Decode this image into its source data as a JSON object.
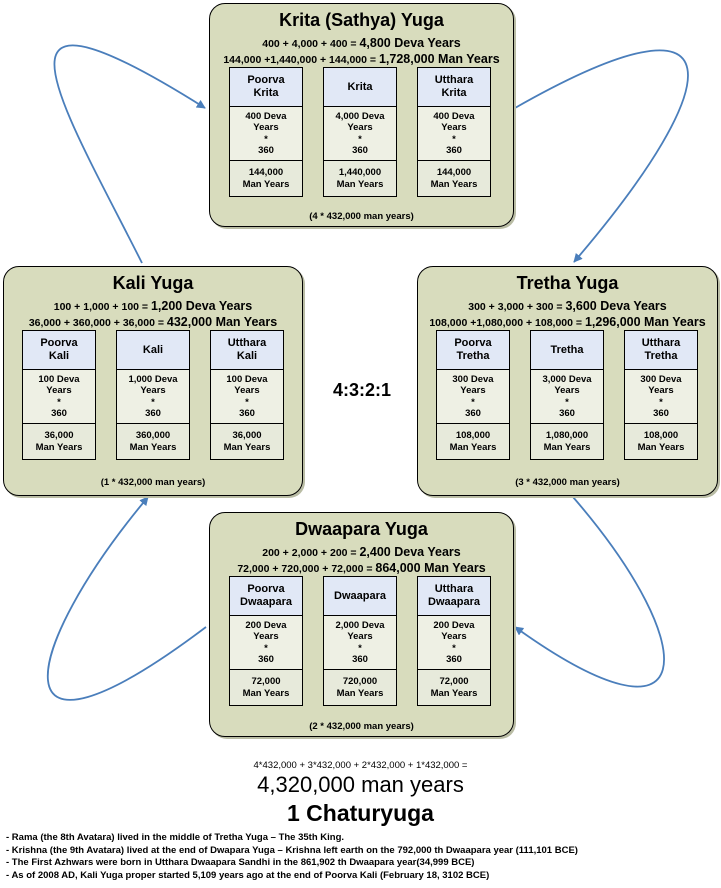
{
  "ratio": "4:3:2:1",
  "yugas": {
    "krita": {
      "title": "Krita (Sathya) Yuga",
      "deva_formula": "400 + 4,000 + 400 = ",
      "deva_total": "4,800 Deva Years",
      "man_formula": "144,000 +1,440,000 + 144,000 = ",
      "man_total": "1,728,000 Man Years",
      "footer": "(4 * 432,000 man years)",
      "columns": [
        {
          "name": "Poorva\nKrita",
          "deva": "400 Deva\nYears",
          "mult": "*",
          "factor": "360",
          "man": "144,000\nMan Years"
        },
        {
          "name": "Krita",
          "deva": "4,000 Deva\nYears",
          "mult": "*",
          "factor": "360",
          "man": "1,440,000\nMan Years"
        },
        {
          "name": "Utthara\nKrita",
          "deva": "400 Deva\nYears",
          "mult": "*",
          "factor": "360",
          "man": "144,000\nMan Years"
        }
      ]
    },
    "kali": {
      "title": "Kali Yuga",
      "deva_formula": "100 + 1,000 + 100 = ",
      "deva_total": "1,200 Deva Years",
      "man_formula": "36,000 + 360,000 + 36,000 = ",
      "man_total": "432,000 Man Years",
      "footer": "(1 * 432,000 man years)",
      "columns": [
        {
          "name": "Poorva\nKali",
          "deva": "100 Deva\nYears",
          "mult": "*",
          "factor": "360",
          "man": "36,000\nMan Years"
        },
        {
          "name": "Kali",
          "deva": "1,000 Deva\nYears",
          "mult": "*",
          "factor": "360",
          "man": "360,000\nMan Years"
        },
        {
          "name": "Utthara\nKali",
          "deva": "100 Deva\nYears",
          "mult": "*",
          "factor": "360",
          "man": "36,000\nMan Years"
        }
      ]
    },
    "tretha": {
      "title": "Tretha Yuga",
      "deva_formula": "300 + 3,000 + 300 = ",
      "deva_total": "3,600 Deva Years",
      "man_formula": "108,000 +1,080,000 + 108,000 = ",
      "man_total": "1,296,000 Man Years",
      "footer": "(3 * 432,000 man years)",
      "columns": [
        {
          "name": "Poorva\nTretha",
          "deva": "300 Deva\nYears",
          "mult": "*",
          "factor": "360",
          "man": "108,000\nMan Years"
        },
        {
          "name": "Tretha",
          "deva": "3,000 Deva\nYears",
          "mult": "*",
          "factor": "360",
          "man": "1,080,000\nMan Years"
        },
        {
          "name": "Utthara\nTretha",
          "deva": "300 Deva\nYears",
          "mult": "*",
          "factor": "360",
          "man": "108,000\nMan Years"
        }
      ]
    },
    "dwaapara": {
      "title": "Dwaapara Yuga",
      "deva_formula": "200 + 2,000 + 200 = ",
      "deva_total": "2,400 Deva Years",
      "man_formula": "72,000 + 720,000 + 72,000 = ",
      "man_total": "864,000 Man Years",
      "footer": "(2 * 432,000  man years)",
      "columns": [
        {
          "name": "Poorva\nDwaapara",
          "deva": "200 Deva\nYears",
          "mult": "*",
          "factor": "360",
          "man": "72,000\nMan Years"
        },
        {
          "name": "Dwaapara",
          "deva": "2,000 Deva\nYears",
          "mult": "*",
          "factor": "360",
          "man": "720,000\nMan Years"
        },
        {
          "name": "Utthara\nDwaapara",
          "deva": "200 Deva\nYears",
          "mult": "*",
          "factor": "360",
          "man": "72,000\nMan Years"
        }
      ]
    }
  },
  "summary": {
    "formula": "4*432,000 + 3*432,000 + 2*432,000 + 1*432,000 =",
    "total": "4,320,000 man years",
    "chaturyuga": "1 Chaturyuga"
  },
  "notes": [
    "- Rama (the 8th Avatara) lived in the middle of Tretha Yuga – The 35th King.",
    "- Krishna (the 9th Avatara) lived at the end of Dwapara Yuga – Krishna left earth on the 792,000 th Dwaapara year (111,101 BCE)",
    "- The First Azhwars were born in Utthara Dwaapara Sandhi in the 861,902 th Dwaapara year(34,999 BCE)",
    "- As of 2008 AD, Kali Yuga proper started 5,109 years ago at the end of Poorva Kali (February 18, 3102 BCE)"
  ],
  "colors": {
    "box_fill": "#d8dcbd",
    "header_fill": "#e1e8f6",
    "arrow": "#4a7ebb"
  }
}
